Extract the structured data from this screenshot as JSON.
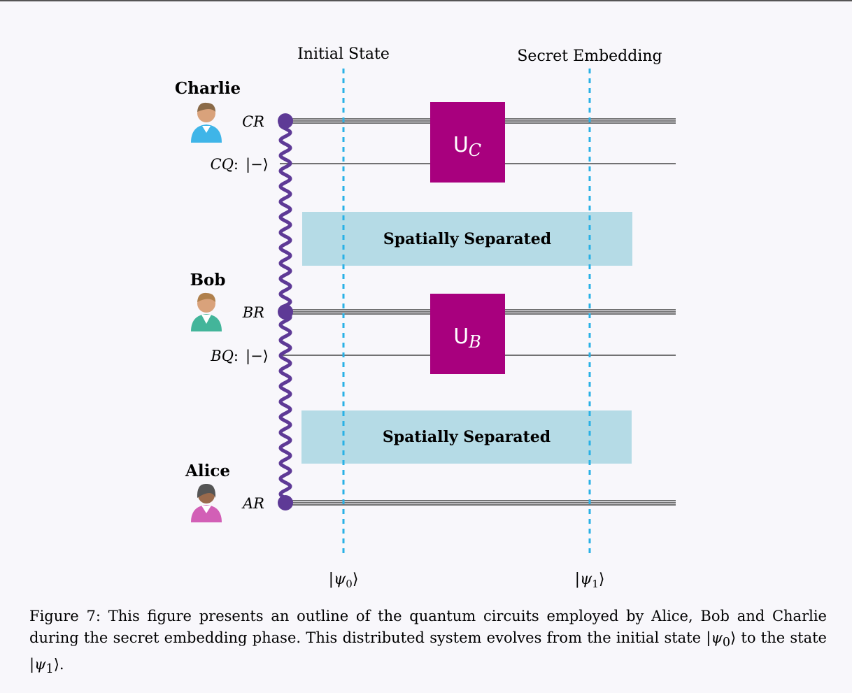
{
  "diagram": {
    "top_labels": {
      "initial_state": "Initial State",
      "secret_embedding": "Secret Embedding"
    },
    "parties": [
      {
        "name": "Charlie",
        "register": "CR",
        "qubit": "CQ",
        "qubit_state": "|−⟩",
        "gate_base": "U",
        "gate_sub": "C"
      },
      {
        "name": "Bob",
        "register": "BR",
        "qubit": "BQ",
        "qubit_state": "|−⟩",
        "gate_base": "U",
        "gate_sub": "B"
      },
      {
        "name": "Alice",
        "register": "AR"
      }
    ],
    "separators": [
      "Spatially Separated",
      "Spatially Separated"
    ],
    "states": [
      {
        "prefix": "|ψ",
        "sub": "0",
        "suffix": "⟩"
      },
      {
        "prefix": "|ψ",
        "sub": "1",
        "suffix": "⟩"
      }
    ],
    "colors": {
      "entanglement": "#5e3a96",
      "gate": "#a8007e",
      "separator": "#b5dbe6",
      "barrier": "#29b1e6"
    },
    "icons": {
      "charlie": "user-avatar-blue",
      "bob": "user-avatar-green",
      "alice": "user-avatar-pink"
    }
  },
  "caption": {
    "label": "Figure 7:",
    "text1": "This figure presents an outline of the quantum circuits employed by Alice, Bob and Charlie during the secret embedding phase. This distributed system evolves from the initial state ",
    "state0_prefix": "|ψ",
    "state0_sub": "0",
    "state0_suffix": "⟩",
    "text2": " to the state ",
    "state1_prefix": "|ψ",
    "state1_sub": "1",
    "state1_suffix": "⟩",
    "text3": "."
  }
}
